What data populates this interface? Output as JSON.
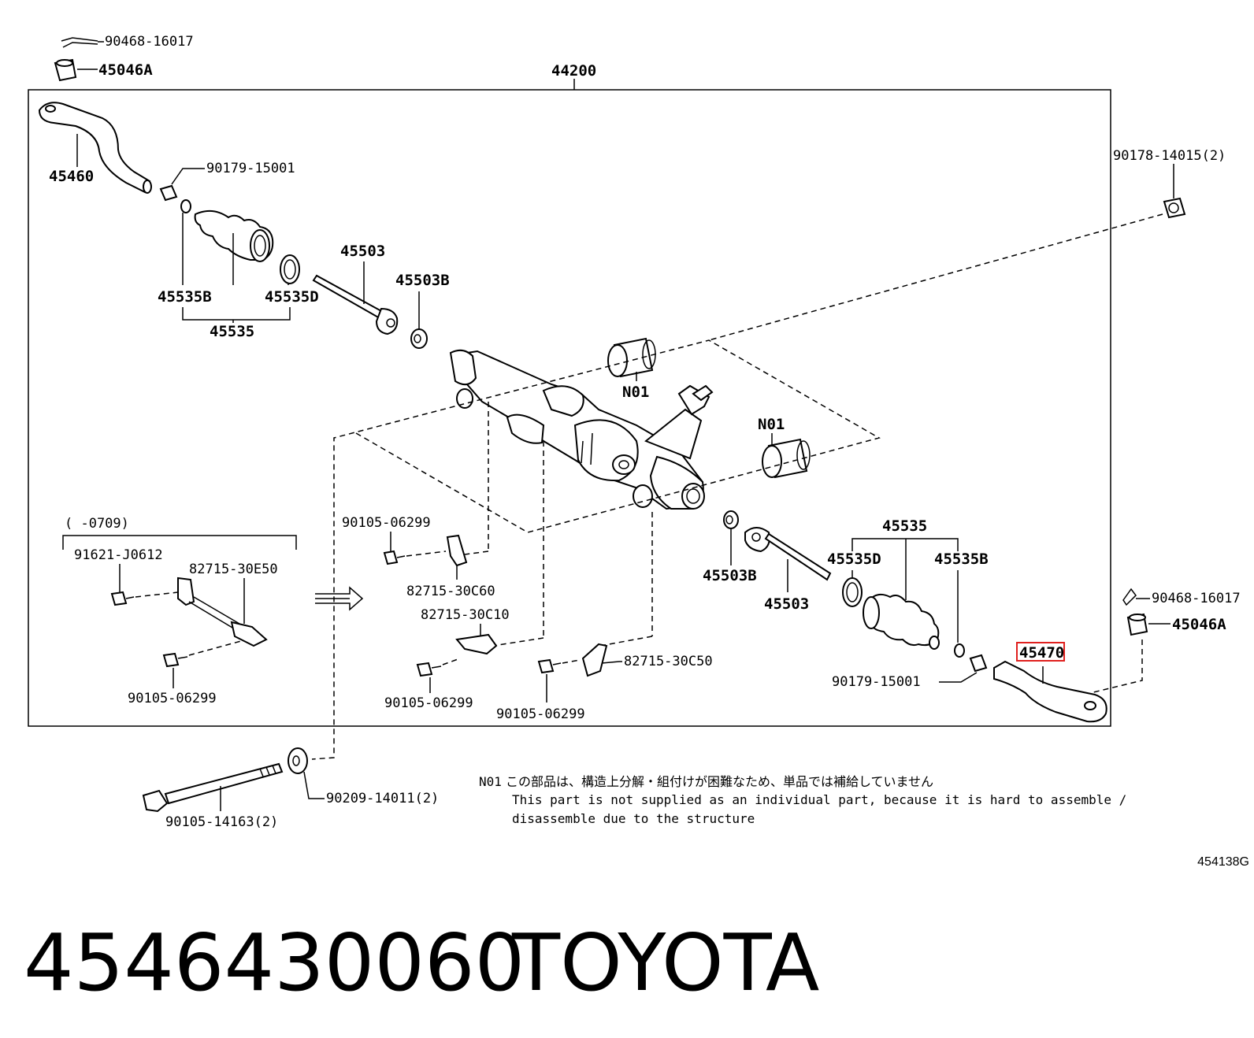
{
  "diagram": {
    "assembly": "44200",
    "labels": {
      "cotter_pin_left": "90468-16017",
      "nut_left": "45046A",
      "tie_rod_end_left": "45460",
      "nut_15001_left": "90179-15001",
      "clamp_b_left": "45535B",
      "clamp_d_left": "45535D",
      "boot_set_left": "45535",
      "rack_end_left": "45503",
      "washer_left": "45503B",
      "nut_14015": "90178-14015(2)",
      "bushing_upper": "N01",
      "bushing_lower": "N01",
      "inset_range": "(    -0709)",
      "inset_bolt": "91621-J0612",
      "inset_bracket": "82715-30E50",
      "inset_screw": "90105-06299",
      "bolt_a": "90105-06299",
      "bracket_c60": "82715-30C60",
      "bracket_c10": "82715-30C10",
      "bolt_b": "90105-06299",
      "bolt_c": "90105-06299",
      "bracket_c50": "82715-30C50",
      "washer_right": "45503B",
      "rack_end_right": "45503",
      "boot_set_right": "45535",
      "clamp_d_right": "45535D",
      "clamp_b_right": "45535B",
      "nut_15001_right": "90179-15001",
      "tie_rod_end_right": "45470",
      "cotter_pin_right": "90468-16017",
      "nut_right": "45046A",
      "long_bolt": "90105-14163(2)",
      "washer_14011": "90209-14011(2)"
    },
    "note": {
      "code": "N01",
      "jp": "この部品は、構造上分解・組付けが困難なため、単品では補給していません",
      "en1": "This part is not supplied as an individual part, because it is hard to assemble /",
      "en2": "disassemble due to the structure"
    },
    "ref_code": "454138G",
    "highlight_color": "#e0201e"
  },
  "caption": {
    "part_number": "4546430060",
    "brand": "TOYOTA"
  }
}
